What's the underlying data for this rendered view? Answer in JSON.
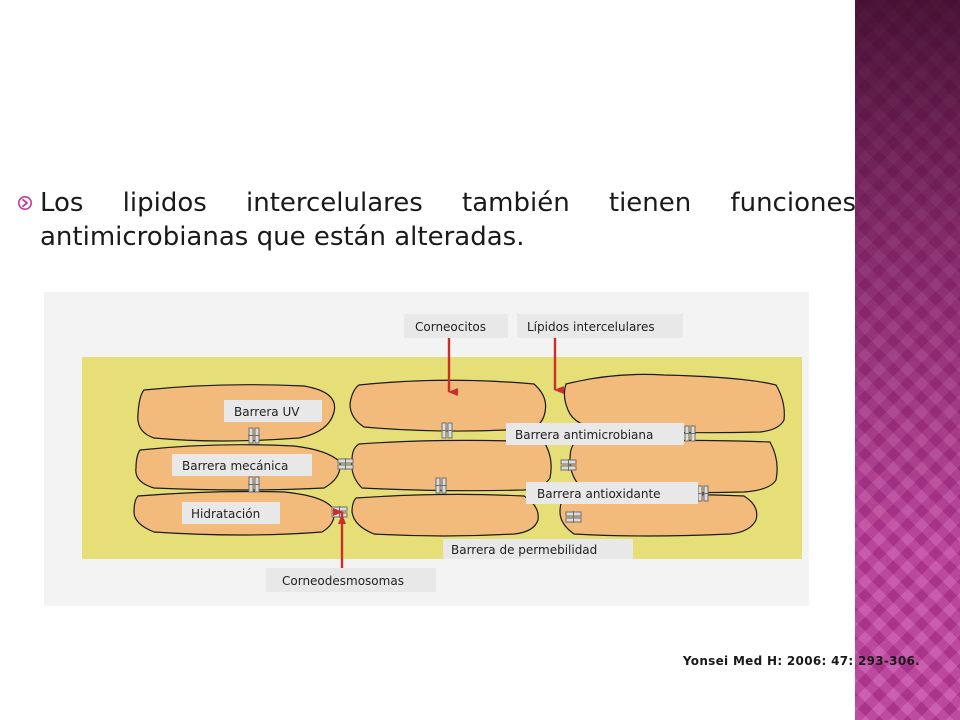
{
  "slide": {
    "bullet_text": "Los lipidos intercelulares también tienen funciones antimicrobianas que están alteradas.",
    "bullet_icon": "circled-arrow-bullet-icon",
    "citation": "Yonsei Med H: 2006: 47: 293-306."
  },
  "diagram": {
    "labels": {
      "corneocitos": "Corneocitos",
      "lipidos": "Lípidos intercelulares",
      "barrera_uv": "Barrera UV",
      "barrera_antimicrobiana": "Barrera antimicrobiana",
      "barrera_mecanica": "Barrera mecánica",
      "barrera_antioxidante": "Barrera antioxidante",
      "hidratacion": "Hidratación",
      "barrera_permebilidad": "Barrera de permebilidad",
      "corneodesmosomas": "Corneodesmosomas"
    }
  },
  "colors": {
    "lipid_matrix": "#e6df78",
    "corneocyte": "#f2bb7c",
    "arrow": "#c9302c",
    "label_box": "#e8e8e8",
    "figure_bg": "#f3f3f3",
    "sidebar": "#c13a9d"
  }
}
